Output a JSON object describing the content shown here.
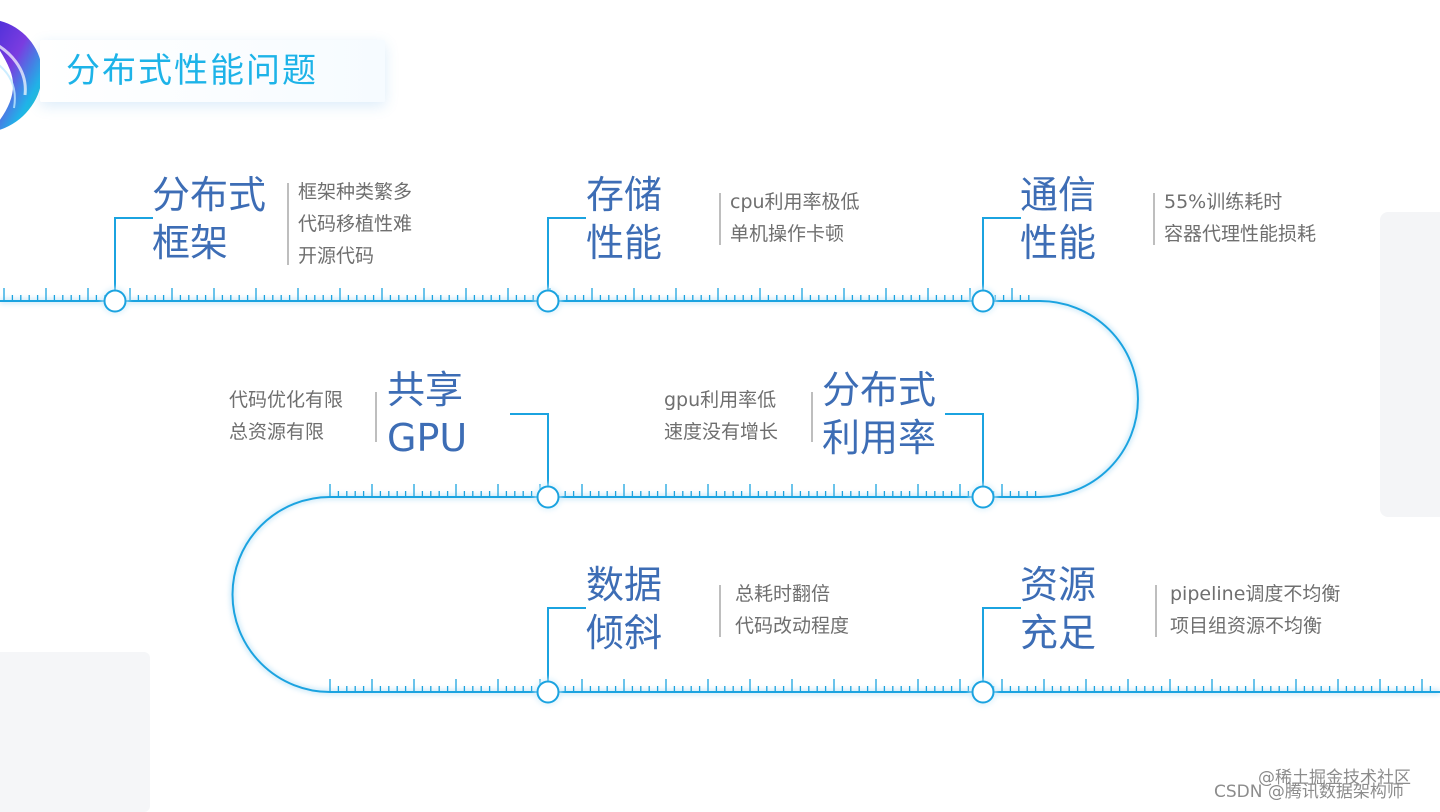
{
  "header": {
    "title": "分布式性能问题"
  },
  "colors": {
    "accent": "#1ba3e0",
    "title_text": "#1db3e8",
    "node_title": "#3d6db5",
    "description": "#6f6f6f"
  },
  "nodes": [
    {
      "title_lines": [
        "分布式",
        "框架"
      ],
      "desc_lines": [
        "框架种类繁多",
        "代码移植性难",
        "开源代码"
      ]
    },
    {
      "title_lines": [
        "存储",
        "性能"
      ],
      "desc_lines": [
        "cpu利用率极低",
        "单机操作卡顿"
      ]
    },
    {
      "title_lines": [
        "通信",
        "性能"
      ],
      "desc_lines": [
        "55%训练耗时",
        "容器代理性能损耗"
      ]
    },
    {
      "title_lines": [
        "共享",
        "GPU"
      ],
      "desc_lines": [
        "代码优化有限",
        "总资源有限"
      ]
    },
    {
      "title_lines": [
        "分布式",
        "利用率"
      ],
      "desc_lines": [
        "gpu利用率低",
        "速度没有增长"
      ]
    },
    {
      "title_lines": [
        "数据",
        "倾斜"
      ],
      "desc_lines": [
        "总耗时翻倍",
        "代码改动程度"
      ]
    },
    {
      "title_lines": [
        "资源",
        "充足"
      ],
      "desc_lines": [
        "pipeline调度不均衡",
        "项目组资源不均衡"
      ]
    }
  ],
  "watermark": {
    "line1": "@稀土掘金技术社区",
    "line2": "CSDN @腾讯数据架构师"
  }
}
